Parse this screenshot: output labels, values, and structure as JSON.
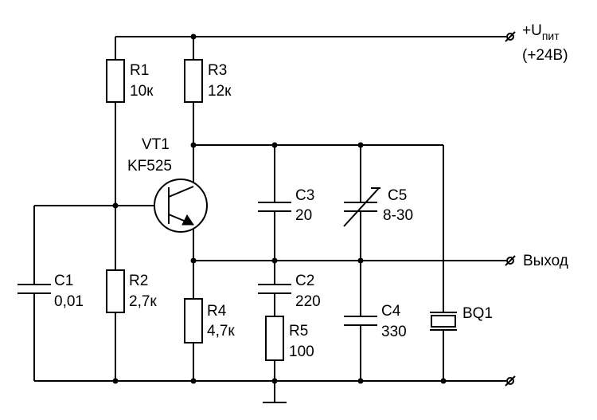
{
  "supply": {
    "label_prefix": "+U",
    "label_sub": "пит",
    "voltage": "(+24В)"
  },
  "output_label": "Выход",
  "terminal_symbol": "⌀",
  "components": {
    "R1": {
      "ref": "R1",
      "value": "10к"
    },
    "R2": {
      "ref": "R2",
      "value": "2,7к"
    },
    "R3": {
      "ref": "R3",
      "value": "12к"
    },
    "R4": {
      "ref": "R4",
      "value": "4,7к"
    },
    "R5": {
      "ref": "R5",
      "value": "100"
    },
    "C1": {
      "ref": "C1",
      "value": "0,01"
    },
    "C2": {
      "ref": "C2",
      "value": "220"
    },
    "C3": {
      "ref": "C3",
      "value": "20"
    },
    "C4": {
      "ref": "C4",
      "value": "330"
    },
    "C5": {
      "ref": "C5",
      "value": "8-30"
    },
    "VT1": {
      "ref": "VT1",
      "value": "KF525"
    },
    "BQ1": {
      "ref": "BQ1"
    }
  }
}
